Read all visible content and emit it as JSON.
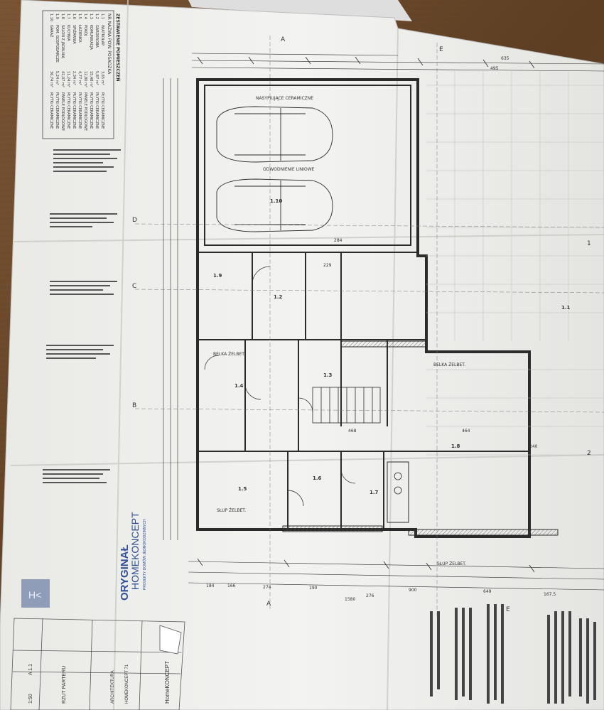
{
  "photo": {
    "subject": "architectural floor plan sheet",
    "colors": {
      "wood": "#6b4a2c",
      "paper": "#f1f1ee",
      "line": "#2b2b2b",
      "blue": "#2f4f9a"
    }
  },
  "sheet": {
    "brand": "HOMEKONCEPT",
    "brand_sub": "PROJEKTY DOMÓW JEDNORODZINNYCH",
    "original_stamp": "ORYGINAŁ",
    "logo_mark": "H<",
    "company": "HomeKONCEPT",
    "project_name": "HOMEKONCEPT 71",
    "branch": "ARCHITEKTURA",
    "drawing_title": "RZUT PARTERU",
    "drawing_number": "A 1.1",
    "scale": "1:50",
    "room_table_title": "ZESTAWIENIE POMIESZCZEŃ",
    "room_table_header": "NR   NAZWA   POW.   POSADZKA",
    "rooms": [
      {
        "nr": "1.1",
        "name": "WIATROŁAP",
        "area": "3,65 m²",
        "floor": "PŁYTKI CERAMICZNE"
      },
      {
        "nr": "1.2",
        "name": "GARDEROBA",
        "area": "5,87 m²",
        "floor": "PŁYTKI CERAMICZNE"
      },
      {
        "nr": "1.3",
        "name": "KOMUNIKACJA",
        "area": "15,48 m²",
        "floor": "PŁYTKI CERAMICZNE"
      },
      {
        "nr": "1.4",
        "name": "POKÓJ",
        "area": "12,80 m²",
        "floor": "PANELE PODŁOGOWE"
      },
      {
        "nr": "1.5",
        "name": "ŁAZIENKA",
        "area": "4,77 m²",
        "floor": "PŁYTKI CERAMICZNE"
      },
      {
        "nr": "1.6",
        "name": "SPIŻARNIA",
        "area": "2,34 m²",
        "floor": "PŁYTKI CERAMICZNE"
      },
      {
        "nr": "1.7",
        "name": "KUCHNIA",
        "area": "11,24 m²",
        "floor": "PŁYTKI CERAMICZNE"
      },
      {
        "nr": "1.8",
        "name": "SALON Z JADALNIĄ",
        "area": "42,07 m²",
        "floor": "PANELE PODŁOGOWE"
      },
      {
        "nr": "1.9",
        "name": "POM. GOSPODARCZE",
        "area": "5,24 m²",
        "floor": "PŁYTKI CERAMICZNE"
      },
      {
        "nr": "1.10",
        "name": "GARAŻ",
        "area": "36,74 m²",
        "floor": "PŁYTKI CERAMICZNE"
      }
    ],
    "plan_labels": {
      "ceramic": "NASYPIUJĄCE CERAMICZNE",
      "garage_door": "ODWODNIENIE LINIOWE",
      "lintel": "BELKA ŻELBET.",
      "column": "SŁUP ŻELBET.",
      "grid_a": "A",
      "grid_b": "B",
      "grid_c": "C",
      "grid_d": "D",
      "grid_e": "E",
      "grid_1": "1",
      "grid_2": "2"
    },
    "dimensions": [
      "1580",
      "900",
      "649",
      "274",
      "190",
      "184",
      "166",
      "167.5",
      "495",
      "635",
      "464",
      "468",
      "240",
      "229",
      "284",
      "276"
    ]
  }
}
